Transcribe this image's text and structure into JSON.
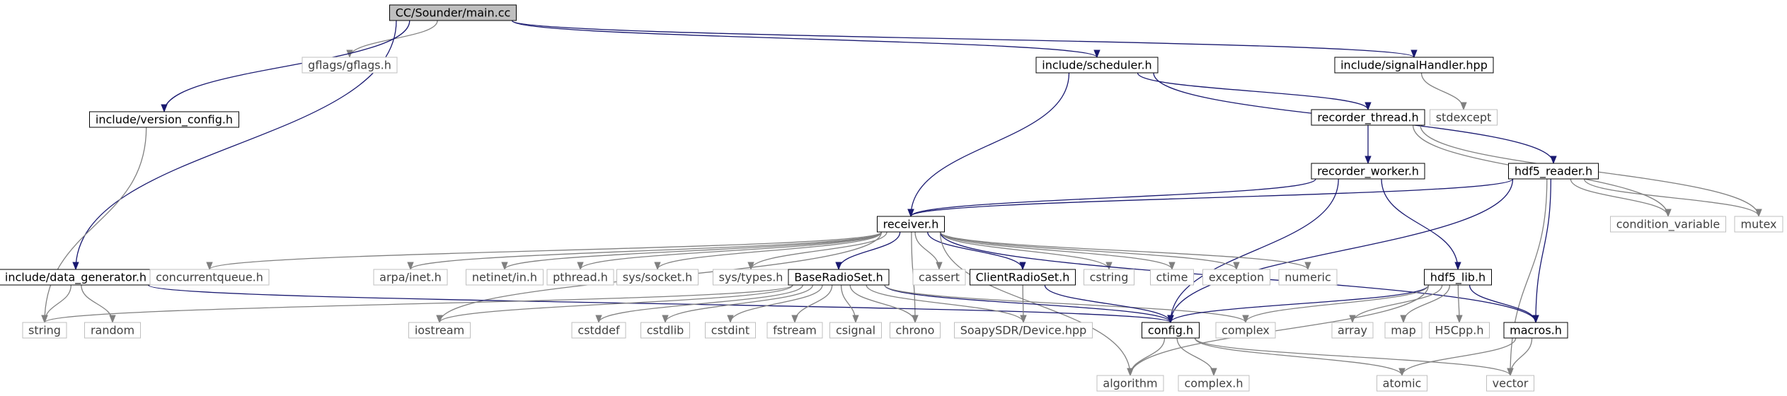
{
  "colors": {
    "background": "#ffffff",
    "project_border": "#000000",
    "external_border": "#bfbfbf",
    "external_text": "#404040",
    "project_text": "#000000",
    "root_fill": "#bfbfbf",
    "edge_project": "#191970",
    "edge_external": "#808080"
  },
  "nodes": [
    {
      "id": "main_cc",
      "label": "CC/Sounder/main.cc",
      "kind": "root"
    },
    {
      "id": "gflags",
      "label": "gflags/gflags.h",
      "kind": "external"
    },
    {
      "id": "version_config",
      "label": "include/version_config.h",
      "kind": "project"
    },
    {
      "id": "scheduler",
      "label": "include/scheduler.h",
      "kind": "project"
    },
    {
      "id": "signalHandler",
      "label": "include/signalHandler.hpp",
      "kind": "project"
    },
    {
      "id": "stdexcept",
      "label": "stdexcept",
      "kind": "external"
    },
    {
      "id": "recorder_thread",
      "label": "recorder_thread.h",
      "kind": "project"
    },
    {
      "id": "recorder_worker",
      "label": "recorder_worker.h",
      "kind": "project"
    },
    {
      "id": "hdf5_reader",
      "label": "hdf5_reader.h",
      "kind": "project"
    },
    {
      "id": "condition_variable",
      "label": "condition_variable",
      "kind": "external"
    },
    {
      "id": "mutex",
      "label": "mutex",
      "kind": "external"
    },
    {
      "id": "receiver",
      "label": "receiver.h",
      "kind": "project"
    },
    {
      "id": "data_generator",
      "label": "include/data_generator.h",
      "kind": "project"
    },
    {
      "id": "concurrentqueue",
      "label": "concurrentqueue.h",
      "kind": "external"
    },
    {
      "id": "arpa_inet",
      "label": "arpa/inet.h",
      "kind": "external"
    },
    {
      "id": "netinet_in",
      "label": "netinet/in.h",
      "kind": "external"
    },
    {
      "id": "pthread",
      "label": "pthread.h",
      "kind": "external"
    },
    {
      "id": "sys_socket",
      "label": "sys/socket.h",
      "kind": "external"
    },
    {
      "id": "sys_types",
      "label": "sys/types.h",
      "kind": "external"
    },
    {
      "id": "BaseRadioSet",
      "label": "BaseRadioSet.h",
      "kind": "project"
    },
    {
      "id": "cassert",
      "label": "cassert",
      "kind": "external"
    },
    {
      "id": "ClientRadioSet",
      "label": "ClientRadioSet.h",
      "kind": "project"
    },
    {
      "id": "cstring",
      "label": "cstring",
      "kind": "external"
    },
    {
      "id": "ctime",
      "label": "ctime",
      "kind": "external"
    },
    {
      "id": "exception",
      "label": "exception",
      "kind": "external"
    },
    {
      "id": "numeric",
      "label": "numeric",
      "kind": "external"
    },
    {
      "id": "hdf5_lib",
      "label": "hdf5_lib.h",
      "kind": "project"
    },
    {
      "id": "string",
      "label": "string",
      "kind": "external"
    },
    {
      "id": "random",
      "label": "random",
      "kind": "external"
    },
    {
      "id": "iostream",
      "label": "iostream",
      "kind": "external"
    },
    {
      "id": "cstddef",
      "label": "cstddef",
      "kind": "external"
    },
    {
      "id": "cstdlib",
      "label": "cstdlib",
      "kind": "external"
    },
    {
      "id": "cstdint",
      "label": "cstdint",
      "kind": "external"
    },
    {
      "id": "fstream",
      "label": "fstream",
      "kind": "external"
    },
    {
      "id": "csignal",
      "label": "csignal",
      "kind": "external"
    },
    {
      "id": "chrono",
      "label": "chrono",
      "kind": "external"
    },
    {
      "id": "soapy_device",
      "label": "SoapySDR/Device.hpp",
      "kind": "external"
    },
    {
      "id": "config",
      "label": "config.h",
      "kind": "project"
    },
    {
      "id": "complex",
      "label": "complex",
      "kind": "external"
    },
    {
      "id": "array",
      "label": "array",
      "kind": "external"
    },
    {
      "id": "map",
      "label": "map",
      "kind": "external"
    },
    {
      "id": "H5Cpp",
      "label": "H5Cpp.h",
      "kind": "external"
    },
    {
      "id": "macros",
      "label": "macros.h",
      "kind": "project"
    },
    {
      "id": "algorithm",
      "label": "algorithm",
      "kind": "external"
    },
    {
      "id": "complex_h",
      "label": "complex.h",
      "kind": "external"
    },
    {
      "id": "atomic",
      "label": "atomic",
      "kind": "external"
    },
    {
      "id": "vector",
      "label": "vector",
      "kind": "external"
    }
  ],
  "edges": [
    [
      "main_cc",
      "gflags"
    ],
    [
      "main_cc",
      "version_config"
    ],
    [
      "main_cc",
      "scheduler"
    ],
    [
      "main_cc",
      "signalHandler"
    ],
    [
      "main_cc",
      "data_generator"
    ],
    [
      "version_config",
      "string"
    ],
    [
      "signalHandler",
      "stdexcept"
    ],
    [
      "scheduler",
      "receiver"
    ],
    [
      "scheduler",
      "recorder_thread"
    ],
    [
      "scheduler",
      "hdf5_reader"
    ],
    [
      "recorder_thread",
      "recorder_worker"
    ],
    [
      "recorder_thread",
      "condition_variable"
    ],
    [
      "recorder_thread",
      "mutex"
    ],
    [
      "recorder_worker",
      "receiver"
    ],
    [
      "recorder_worker",
      "hdf5_lib"
    ],
    [
      "recorder_worker",
      "config"
    ],
    [
      "hdf5_reader",
      "receiver"
    ],
    [
      "hdf5_reader",
      "condition_variable"
    ],
    [
      "hdf5_reader",
      "mutex"
    ],
    [
      "hdf5_reader",
      "config"
    ],
    [
      "hdf5_reader",
      "macros"
    ],
    [
      "hdf5_reader",
      "vector"
    ],
    [
      "receiver",
      "concurrentqueue"
    ],
    [
      "receiver",
      "arpa_inet"
    ],
    [
      "receiver",
      "netinet_in"
    ],
    [
      "receiver",
      "pthread"
    ],
    [
      "receiver",
      "sys_socket"
    ],
    [
      "receiver",
      "sys_types"
    ],
    [
      "receiver",
      "BaseRadioSet"
    ],
    [
      "receiver",
      "cassert"
    ],
    [
      "receiver",
      "ClientRadioSet"
    ],
    [
      "receiver",
      "cstring"
    ],
    [
      "receiver",
      "ctime"
    ],
    [
      "receiver",
      "exception"
    ],
    [
      "receiver",
      "numeric"
    ],
    [
      "receiver",
      "macros"
    ],
    [
      "receiver",
      "iostream"
    ],
    [
      "receiver",
      "chrono"
    ],
    [
      "receiver",
      "algorithm"
    ],
    [
      "data_generator",
      "string"
    ],
    [
      "data_generator",
      "random"
    ],
    [
      "data_generator",
      "config"
    ],
    [
      "BaseRadioSet",
      "string"
    ],
    [
      "BaseRadioSet",
      "iostream"
    ],
    [
      "BaseRadioSet",
      "cstddef"
    ],
    [
      "BaseRadioSet",
      "cstdlib"
    ],
    [
      "BaseRadioSet",
      "cstdint"
    ],
    [
      "BaseRadioSet",
      "fstream"
    ],
    [
      "BaseRadioSet",
      "csignal"
    ],
    [
      "BaseRadioSet",
      "chrono"
    ],
    [
      "BaseRadioSet",
      "soapy_device"
    ],
    [
      "BaseRadioSet",
      "config"
    ],
    [
      "BaseRadioSet",
      "complex"
    ],
    [
      "ClientRadioSet",
      "soapy_device"
    ],
    [
      "ClientRadioSet",
      "config"
    ],
    [
      "hdf5_lib",
      "config"
    ],
    [
      "hdf5_lib",
      "complex"
    ],
    [
      "hdf5_lib",
      "array"
    ],
    [
      "hdf5_lib",
      "map"
    ],
    [
      "hdf5_lib",
      "H5Cpp"
    ],
    [
      "hdf5_lib",
      "macros"
    ],
    [
      "hdf5_lib",
      "algorithm"
    ],
    [
      "config",
      "algorithm"
    ],
    [
      "config",
      "complex_h"
    ],
    [
      "config",
      "atomic"
    ],
    [
      "config",
      "vector"
    ],
    [
      "macros",
      "atomic"
    ],
    [
      "macros",
      "vector"
    ]
  ]
}
